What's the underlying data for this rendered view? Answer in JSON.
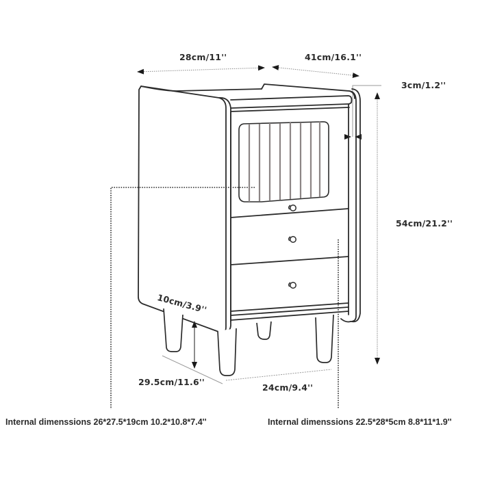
{
  "diagram": {
    "subject": "bedside cabinet dimension drawing",
    "line_color": "#2b2b2b",
    "dim_line_color": "#9a9a9a",
    "background": "#ffffff"
  },
  "dimensions": {
    "top_width": "28cm/11''",
    "top_depth": "41cm/16.1''",
    "side_panel_thickness": "3cm/1.2''",
    "total_height": "54cm/21.2''",
    "leg_height": "10cm/3.9''",
    "base_depth": "29.5cm/11.6''",
    "base_width": "24cm/9.4''"
  },
  "notes": {
    "upper_compartment": "Internal dimenssions 26*27.5*19cm  10.2*10.8*7.4''",
    "drawer": "Internal dimenssions 22.5*28*5cm  8.8*11*1.9''"
  },
  "parts": {
    "glass_door_slats": 9,
    "drawers": 2,
    "legs": 4,
    "knobs": 3
  }
}
